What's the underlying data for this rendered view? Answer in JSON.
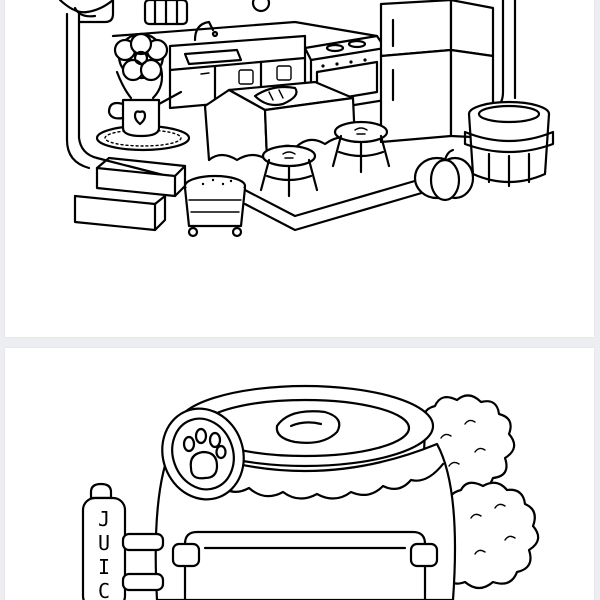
{
  "pages": [
    {
      "name": "kitchen-coloring-page"
    },
    {
      "name": "juice-jar-coloring-page"
    }
  ],
  "juice_sign": {
    "letters": [
      "J",
      "U",
      "I",
      "C"
    ]
  },
  "icons": [
    "flower-vase-icon",
    "heart-icon",
    "paw-print-icon",
    "pumpkin-icon",
    "barrel-icon",
    "bush-icon",
    "stool-icon",
    "refrigerator-icon",
    "stove-icon"
  ],
  "colors": {
    "background": "#eceef1",
    "page": "#ffffff",
    "ink": "#000000"
  }
}
